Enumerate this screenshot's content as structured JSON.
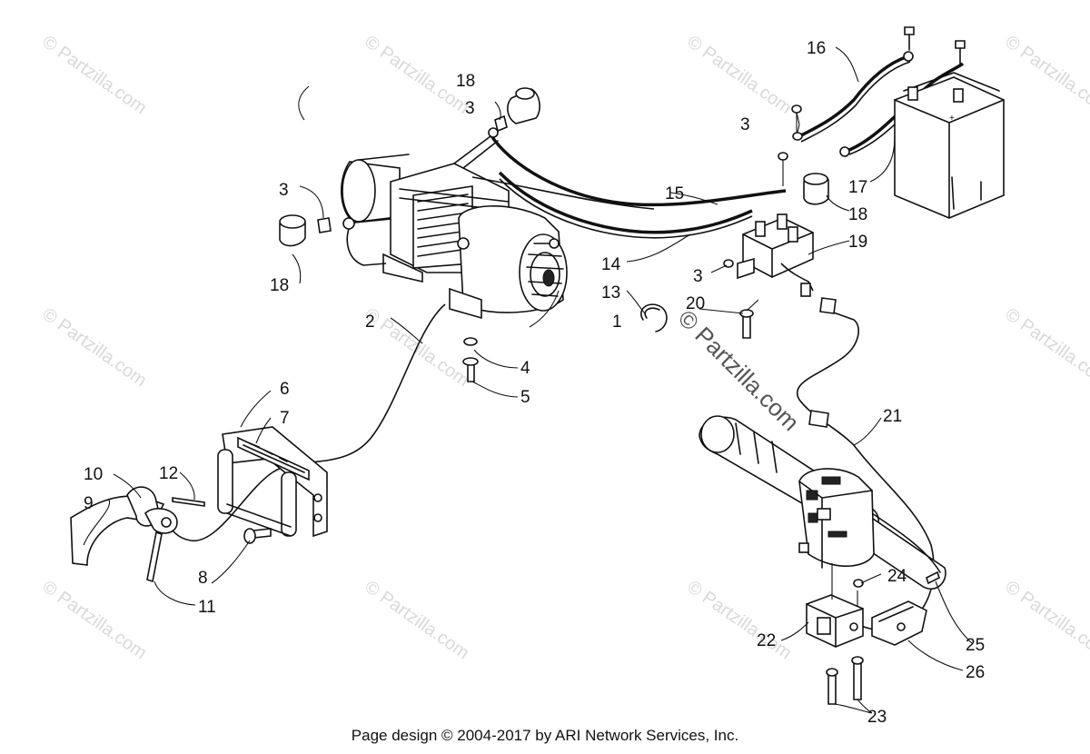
{
  "watermark": {
    "text": "© Partzilla.com",
    "center_text": "© Partzilla.com"
  },
  "callouts": {
    "c1": "1",
    "c2": "2",
    "c3a": "3",
    "c3b": "3",
    "c3c": "3",
    "c3d": "3",
    "c4": "4",
    "c5": "5",
    "c6": "6",
    "c7": "7",
    "c8": "8",
    "c9": "9",
    "c10": "10",
    "c11": "11",
    "c12": "12",
    "c13": "13",
    "c14": "14",
    "c15": "15",
    "c16": "16",
    "c17": "17",
    "c18a": "18",
    "c18b": "18",
    "c18c": "18",
    "c19": "19",
    "c20": "20",
    "c21": "21",
    "c22": "22",
    "c23": "23",
    "c24": "24",
    "c25": "25",
    "c26": "26"
  },
  "footer": {
    "text": "Page design © 2004-2017 by ARI Network Services, Inc."
  }
}
